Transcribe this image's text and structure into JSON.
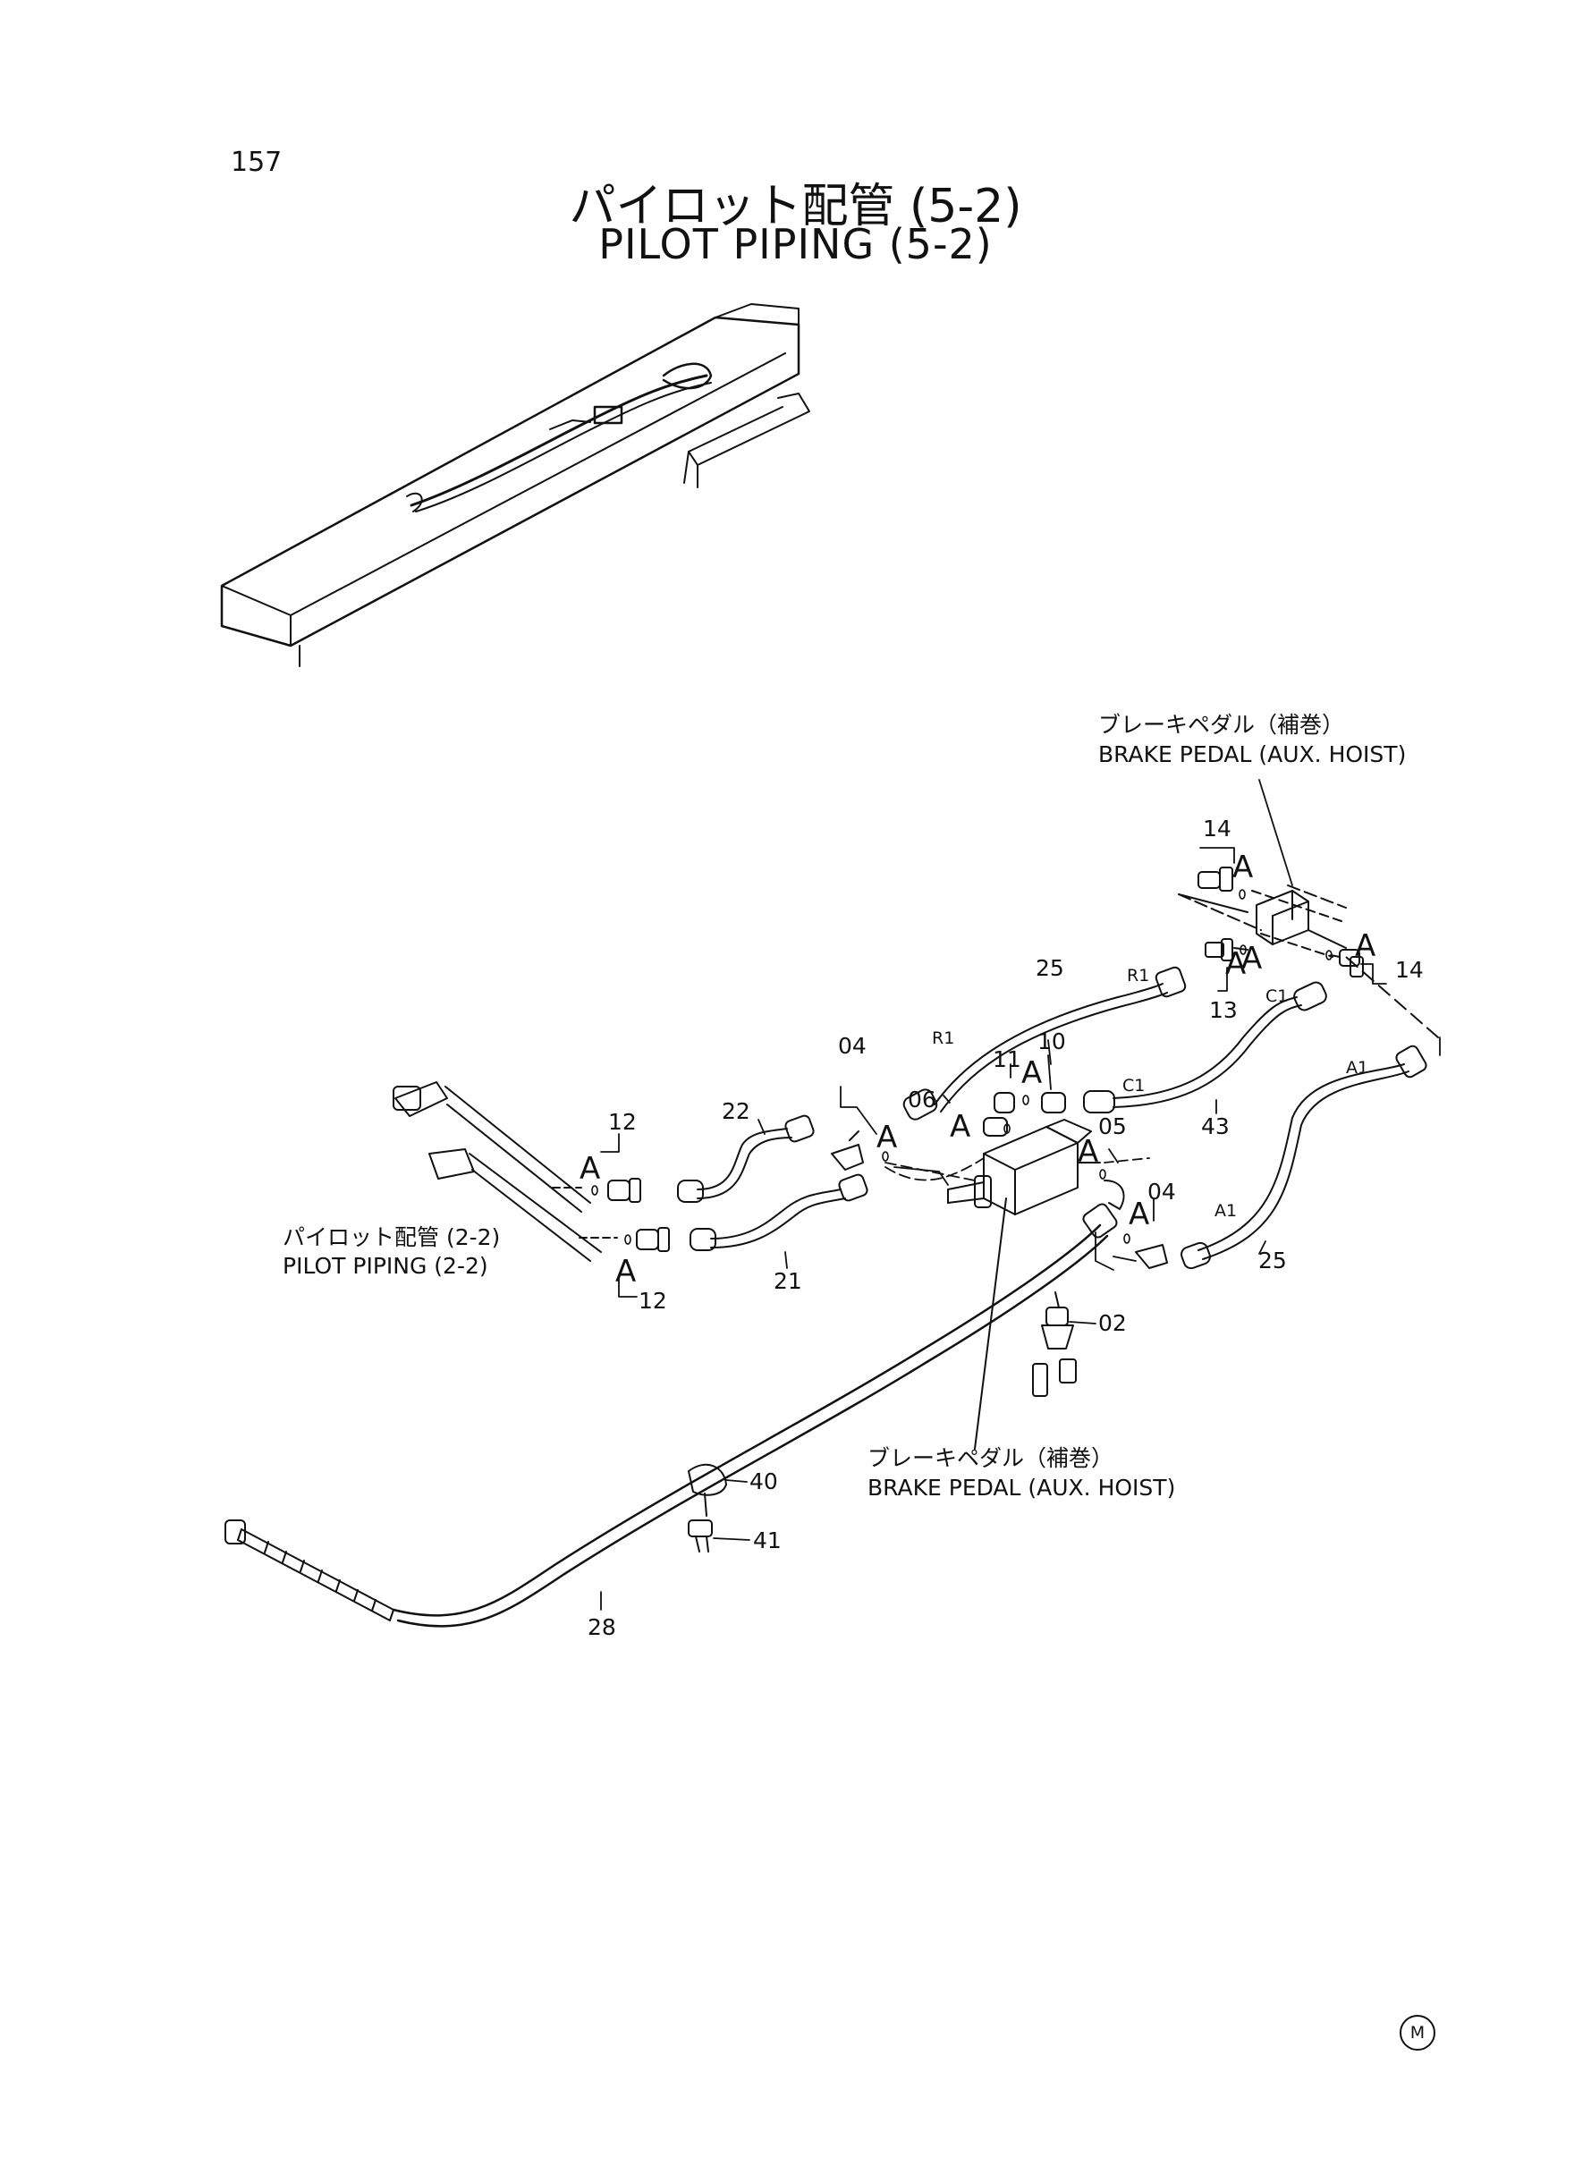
{
  "header": {
    "page_number": "157",
    "title_jp": "パイロット配管 (5-2)",
    "title_en": "PILOT PIPING (5-2)"
  },
  "callouts": {
    "brake_pedal_top_jp": "ブレーキペダル（補巻）",
    "brake_pedal_top_en": "BRAKE PEDAL (AUX. HOIST)",
    "brake_pedal_bottom_jp": "ブレーキペダル（補巻）",
    "brake_pedal_bottom_en": "BRAKE PEDAL (AUX. HOIST)",
    "pilot_piping_jp": "パイロット配管 (2-2)",
    "pilot_piping_en": "PILOT PIPING (2-2)"
  },
  "part_numbers": {
    "p14a": "14",
    "p14b": "14",
    "p13": "13",
    "p25a": "25",
    "p25b": "25",
    "p04a": "04",
    "p04b": "04",
    "p10": "10",
    "p11": "11",
    "p06": "06",
    "p05": "05",
    "p43": "43",
    "p22": "22",
    "p12a": "12",
    "p12b": "12",
    "p21": "21",
    "p02": "02",
    "p40": "40",
    "p41": "41",
    "p28": "28"
  },
  "port_tags": {
    "r1a": "R1",
    "r1b": "R1",
    "c1a": "C1",
    "c1b": "C1",
    "a1a": "A1",
    "a1b": "A1"
  },
  "view_marks": {
    "a1": "A",
    "a2": "A",
    "a3": "A",
    "a4": "A",
    "a5": "A",
    "a6": "A",
    "a7": "A",
    "a8": "A",
    "a9": "A",
    "a10": "A",
    "a11": "A"
  },
  "footer": {
    "mark": "M"
  }
}
